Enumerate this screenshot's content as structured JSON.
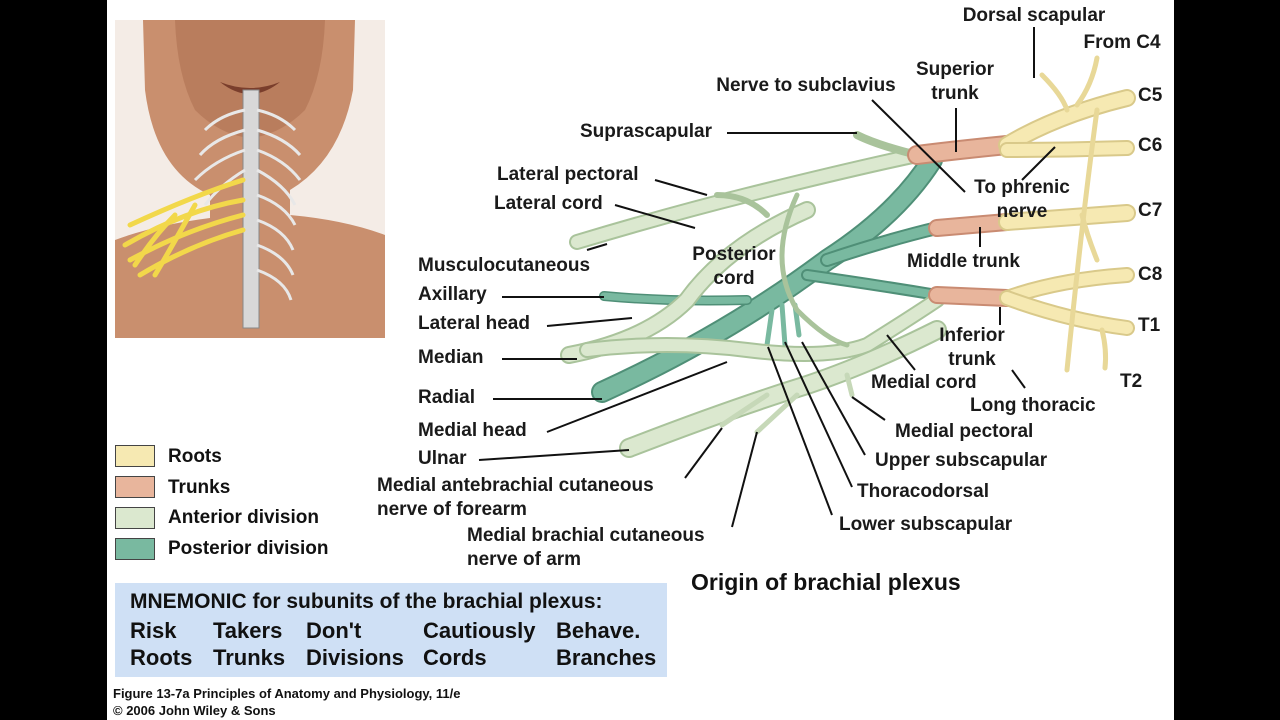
{
  "colors": {
    "roots": "#f6e9b2",
    "trunks": "#e8b59c",
    "anterior_division": "#dbe8cf",
    "posterior_division": "#79b9a0",
    "mnemonic_bg": "#cfe0f5"
  },
  "labels": {
    "dorsal_scapular": "Dorsal scapular",
    "from_c4": "From C4",
    "superior_trunk": "Superior\ntrunk",
    "nerve_to_subclavius": "Nerve to subclavius",
    "c5": "C5",
    "suprascapular": "Suprascapular",
    "c6": "C6",
    "to_phrenic_nerve": "To phrenic\nnerve",
    "lateral_pectoral": "Lateral pectoral",
    "lateral_cord": "Lateral cord",
    "c7": "C7",
    "posterior_cord": "Posterior\ncord",
    "middle_trunk": "Middle trunk",
    "musculocutaneous": "Musculocutaneous",
    "c8": "C8",
    "axillary": "Axillary",
    "lateral_head": "Lateral head",
    "t1": "T1",
    "inferior_trunk": "Inferior\ntrunk",
    "median": "Median",
    "medial_cord": "Medial cord",
    "t2": "T2",
    "radial": "Radial",
    "long_thoracic": "Long thoracic",
    "medial_head": "Medial head",
    "medial_pectoral": "Medial pectoral",
    "ulnar": "Ulnar",
    "upper_subscapular": "Upper subscapular",
    "medial_antebrachial": "Medial antebrachial cutaneous\nnerve of forearm",
    "thoracodorsal": "Thoracodorsal",
    "lower_subscapular": "Lower subscapular",
    "medial_brachial": "Medial brachial cutaneous\nnerve of arm"
  },
  "legend": [
    {
      "label": "Roots",
      "color": "#f6e9b2"
    },
    {
      "label": "Trunks",
      "color": "#e8b59c"
    },
    {
      "label": "Anterior division",
      "color": "#dbe8cf"
    },
    {
      "label": "Posterior division",
      "color": "#79b9a0"
    }
  ],
  "figure_title": "Origin of brachial plexus",
  "mnemonic": {
    "title": "MNEMONIC for subunits of the brachial plexus:",
    "row1": [
      "Risk",
      "Takers",
      "Don't",
      "Cautiously",
      "Behave."
    ],
    "row2": [
      "Roots",
      "Trunks",
      "Divisions",
      "Cords",
      "Branches"
    ]
  },
  "caption": {
    "line1": "Figure 13-7a  Principles of Anatomy and Physiology, 11/e",
    "line2": "© 2006 John Wiley & Sons"
  }
}
